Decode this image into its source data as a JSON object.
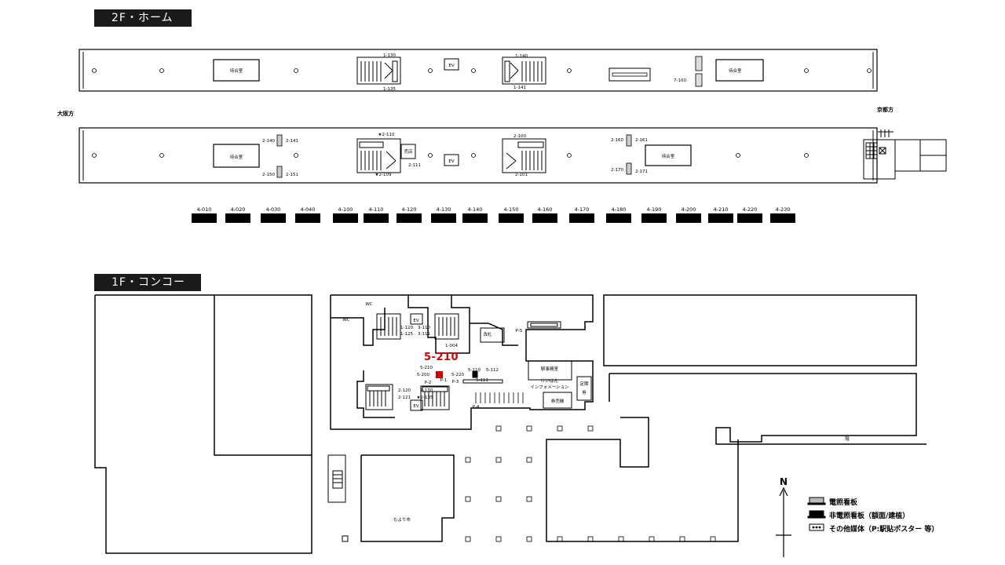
{
  "floors": {
    "upper": "2F・ホーム",
    "lower": "1F・コンコース"
  },
  "directions": {
    "west": "大阪方",
    "east": "京都方"
  },
  "platform_top": {
    "waiting_rooms": [
      "待合室",
      "待合室"
    ],
    "elevator": "EV",
    "ids": [
      "1-130",
      "1-135",
      "1-140",
      "1-141",
      "7-100"
    ]
  },
  "platform_bottom": {
    "waiting_rooms": [
      "待合室",
      "待合室"
    ],
    "shop": "売店",
    "elevator": "EV",
    "ids": [
      "2-140",
      "2-141",
      "2-150",
      "2-151",
      "★2-110",
      "2-111",
      "★2-109",
      "2-100",
      "2-101",
      "2-160",
      "2-161",
      "2-170",
      "2-171"
    ]
  },
  "track_panels": [
    "4-010",
    "4-020",
    "4-030",
    "4-040",
    "4-100",
    "4-110",
    "4-120",
    "4-130",
    "4-140",
    "4-150",
    "4-160",
    "4-170",
    "4-180",
    "4-190",
    "4-200",
    "4-210",
    "4-220",
    "4-230"
  ],
  "concourse": {
    "wc": [
      "WC",
      "WC"
    ],
    "elevators": [
      "EV",
      "EV"
    ],
    "gates": "改札",
    "station_office": "駅事務室",
    "info": [
      "けいはん",
      "インフォメーション"
    ],
    "ticket_office": [
      "定期",
      "券"
    ],
    "ticket_machine": "券売機",
    "shop": "もより市",
    "stairs_label": "階",
    "ids_a": [
      "1-120",
      "1-125",
      "3-110",
      "3-111",
      "1-004"
    ],
    "ids_b": [
      "5-210",
      "5-200",
      "5-220",
      "5-110",
      "5-112",
      "5-111",
      "P-2",
      "P-1",
      "P-3",
      "P-4",
      "P-5"
    ],
    "ids_c": [
      "2-120",
      "2-121",
      "2-130",
      "★2-135"
    ],
    "highlight": "5-210"
  },
  "compass": {
    "north": "N"
  },
  "legend": [
    {
      "label": "電照看板",
      "icon": "lit-sign-icon"
    },
    {
      "label": "非電照看板（額面/建植）",
      "icon": "unlit-sign-icon"
    },
    {
      "label": "その他媒体（P:駅貼ポスター 等）",
      "icon": "other-media-icon"
    }
  ]
}
